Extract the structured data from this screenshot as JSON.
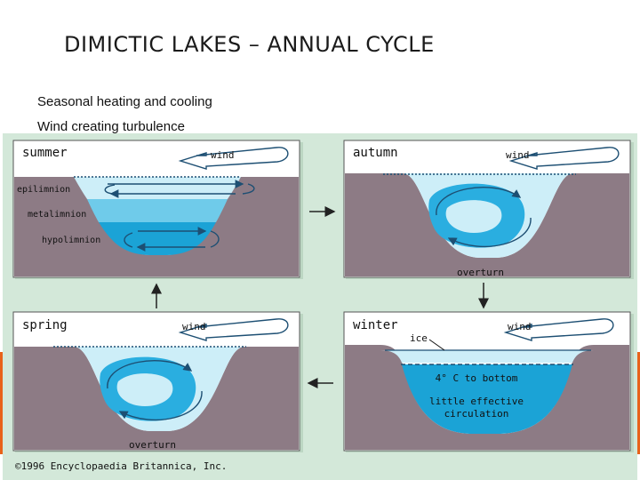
{
  "slide": {
    "title": "DIMICTIC LAKES – ANNUAL CYCLE",
    "bullets": [
      "Seasonal heating and cooling",
      "Wind creating turbulence"
    ]
  },
  "figure": {
    "panels": {
      "summer": {
        "season": "summer",
        "wind": "wind",
        "layers": [
          "epilimnion",
          "metalimnion",
          "hypolimnion"
        ]
      },
      "autumn": {
        "season": "autumn",
        "wind": "wind",
        "caption": "overturn"
      },
      "spring": {
        "season": "spring",
        "wind": "wind",
        "caption": "overturn"
      },
      "winter": {
        "season": "winter",
        "wind": "wind",
        "ice": "ice",
        "temp": "4° C to bottom",
        "circ_line1": "little effective",
        "circ_line2": "circulation"
      }
    },
    "copyright": "©1996 Encyclopaedia Britannica, Inc."
  },
  "colors": {
    "accent": "#e8621a",
    "figure_bg": "#d3e8d9",
    "rock": "#8d7b85",
    "water_light": "#cdeef8",
    "water_mid": "#6fcbea",
    "water_deep": "#1ba3d6"
  }
}
